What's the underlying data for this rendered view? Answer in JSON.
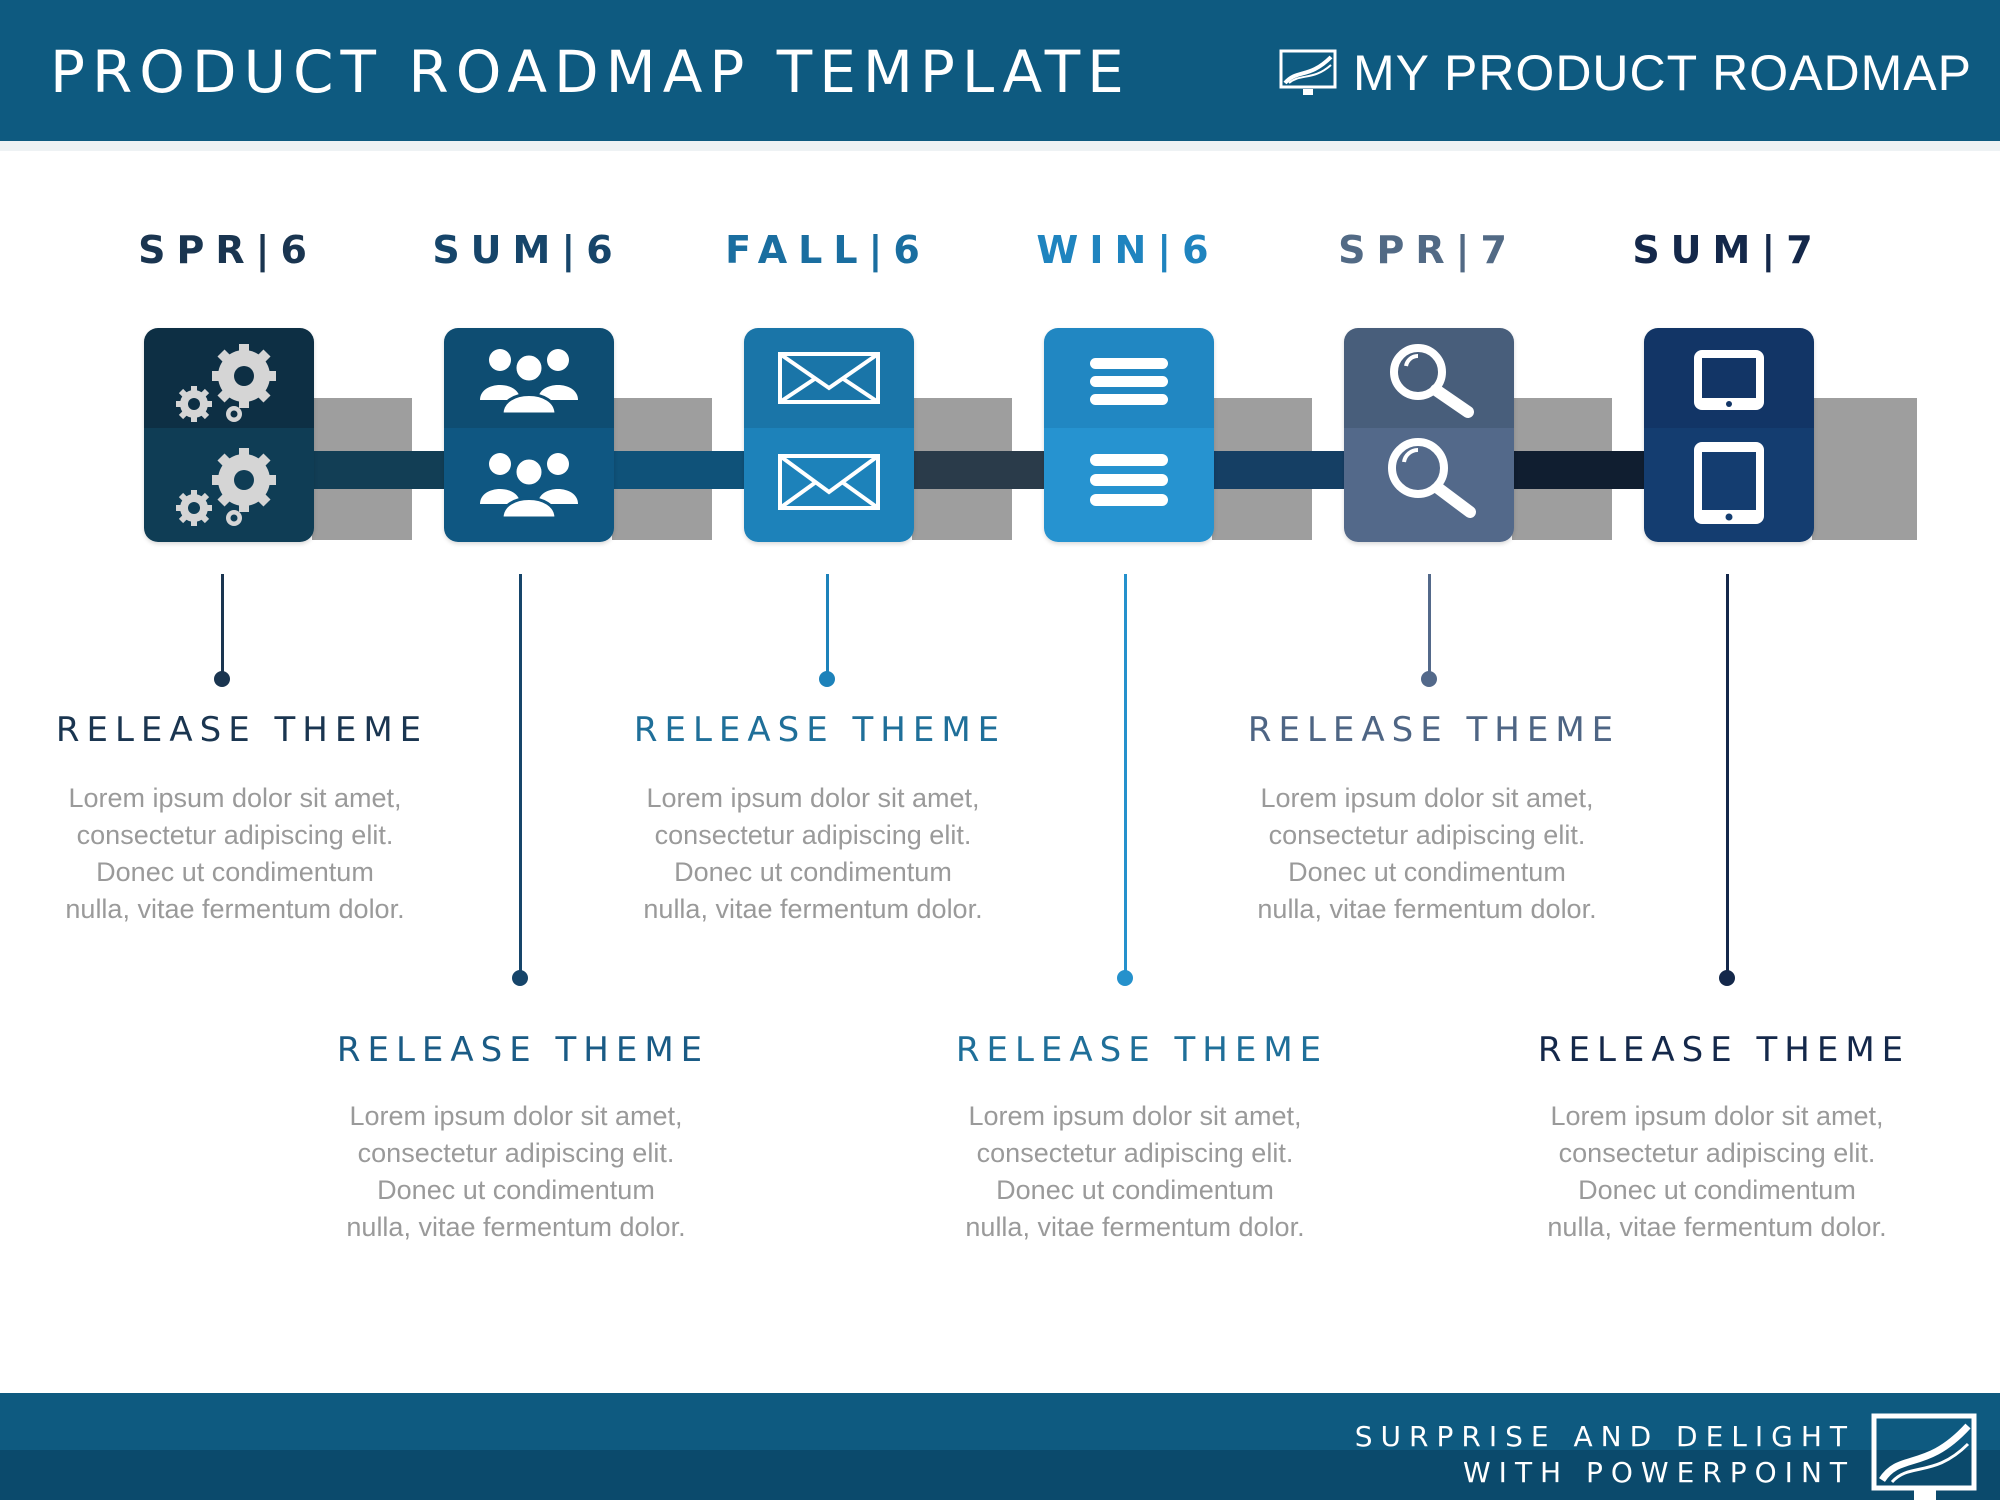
{
  "header": {
    "title": "PRODUCT  ROADMAP TEMPLATE",
    "brand": "MY PRODUCT  ROADMAP",
    "brand_icon": "road-logo-icon"
  },
  "colors": {
    "header": "#0e5a80",
    "shadow": "#9e9e9e",
    "body_text": "#9a9a9a"
  },
  "milestones": [
    {
      "period": "SPR|6",
      "period_color": "#1a3550",
      "icon": "gears-icon",
      "color": "#0f3d55",
      "title": "RELEASE THEME",
      "title_color": "#1a3550"
    },
    {
      "period": "SUM|6",
      "period_color": "#16456a",
      "icon": "people-icon",
      "color": "#0f5782",
      "title": "RELEASE THEME",
      "title_color": "#1a5b85"
    },
    {
      "period": "FALL|6",
      "period_color": "#1a6ea0",
      "icon": "envelope-icon",
      "color": "#1d7fb5",
      "title": "RELEASE THEME",
      "title_color": "#1f6f99"
    },
    {
      "period": "WIN|6",
      "period_color": "#1f84bf",
      "icon": "list-icon",
      "color": "#2591cc",
      "title": "RELEASE THEME",
      "title_color": "#1f6f99"
    },
    {
      "period": "SPR|7",
      "period_color": "#526a85",
      "icon": "magnifier-icon",
      "color": "#4e6584",
      "title": "RELEASE THEME",
      "title_color": "#4e6584"
    },
    {
      "period": "SUM|7",
      "period_color": "#14284a",
      "icon": "tablet-icon",
      "color": "#143d70",
      "title": "RELEASE THEME",
      "title_color": "#14284a"
    }
  ],
  "body_text": "Lorem ipsum dolor sit amet, consectetur adipiscing elit. Donec ut condimentum nulla, vitae fermentum dolor.",
  "footer": {
    "line1": "SURPRISE AND DELIGHT",
    "line2": "WITH POWERPOINT"
  }
}
